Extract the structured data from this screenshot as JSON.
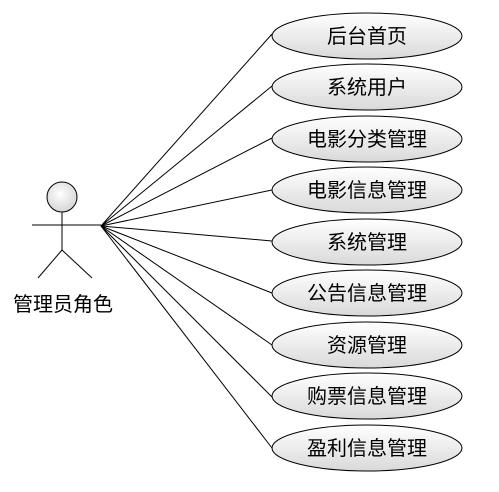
{
  "actor": {
    "name": "管理员角色"
  },
  "use_cases": [
    {
      "label": "后台首页"
    },
    {
      "label": "系统用户"
    },
    {
      "label": "电影分类管理"
    },
    {
      "label": "电影信息管理"
    },
    {
      "label": "系统管理"
    },
    {
      "label": "公告信息管理"
    },
    {
      "label": "资源管理"
    },
    {
      "label": "购票信息管理"
    },
    {
      "label": "盈利信息管理"
    }
  ],
  "colors": {
    "ellipse_top": "#ffffff",
    "ellipse_bottom": "#d9d9d9",
    "stroke": "#000000"
  }
}
